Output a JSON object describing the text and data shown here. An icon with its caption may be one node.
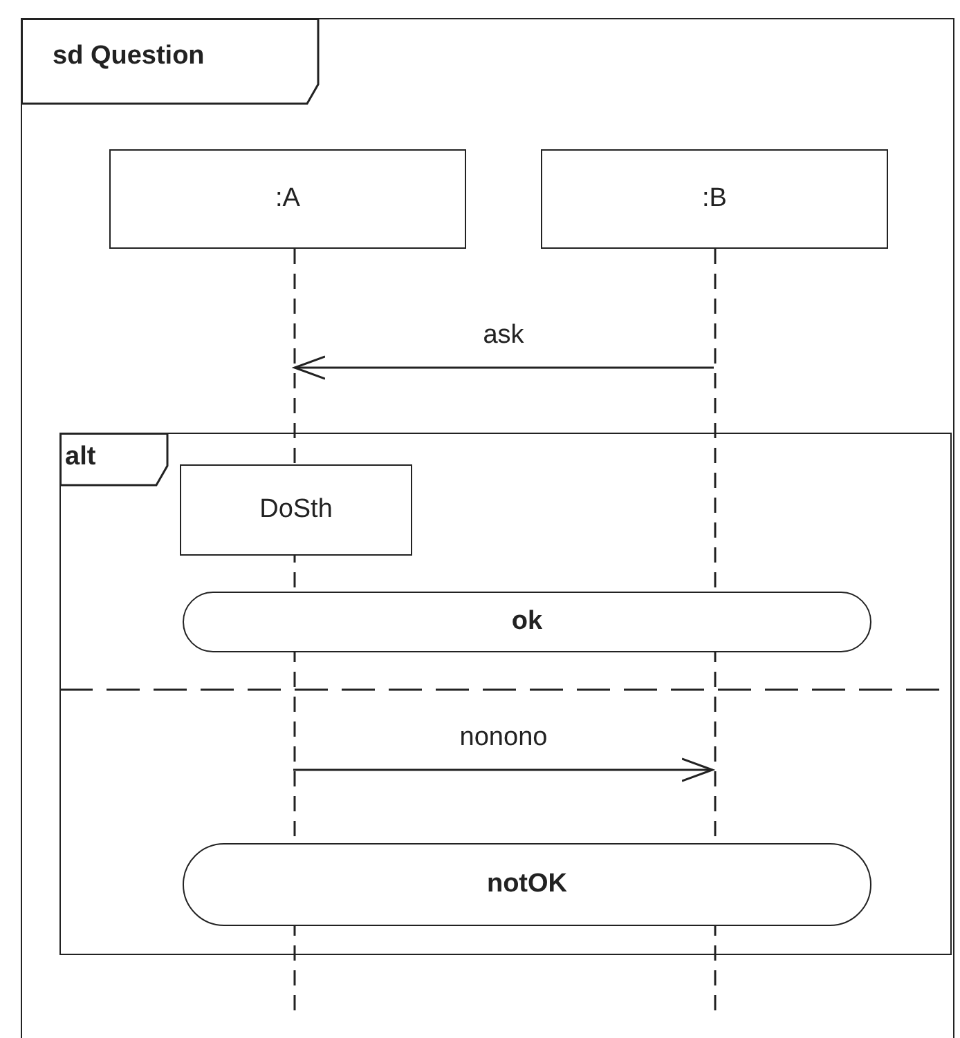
{
  "diagram": {
    "nodes": [
      {
        "text": [
          "sd Question"
        ]
      },
      {
        "text": [
          ":A"
        ],
        "in": 0
      },
      {
        "text": [
          ":B"
        ],
        "in": 0
      },
      {
        "text": [
          "alt"
        ],
        "in": 0
      },
      {
        "text": [
          "DoSth"
        ]
      },
      {
        "text": [
          "ok"
        ],
        "in": 3
      },
      {
        "text": [
          "notOK"
        ],
        "in": 3
      }
    ],
    "edges": [
      {
        "from": 2,
        "to": 1,
        "label": "ask",
        "arrow": "to"
      },
      {
        "from": 1,
        "to": 2,
        "label": "nonono",
        "arrow": "to"
      }
    ]
  }
}
